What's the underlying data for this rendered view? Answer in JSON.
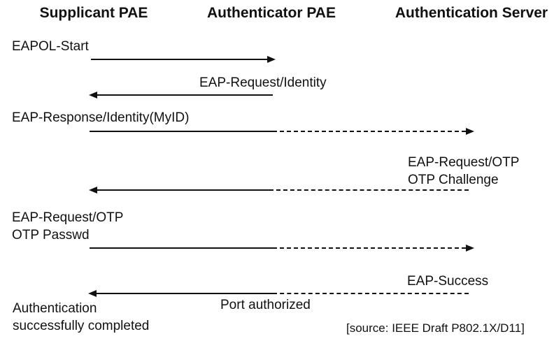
{
  "diagram": {
    "columns": [
      {
        "id": "supplicant",
        "label": "Supplicant PAE"
      },
      {
        "id": "authenticator",
        "label": "Authenticator PAE"
      },
      {
        "id": "server",
        "label": "Authentication Server"
      }
    ],
    "messages": [
      {
        "label": "EAPOL-Start",
        "from": "supplicant",
        "to": "authenticator",
        "direction": "right",
        "style": "solid"
      },
      {
        "label": "EAP-Request/Identity",
        "from": "authenticator",
        "to": "supplicant",
        "direction": "left",
        "style": "solid"
      },
      {
        "label": "EAP-Response/Identity(MyID)",
        "from": "supplicant",
        "to": "server",
        "direction": "right",
        "style": "solid-to-authenticator-then-dashed"
      },
      {
        "label_line1": "EAP-Request/OTP",
        "label_line2": "OTP Challenge",
        "from": "server",
        "to": "supplicant",
        "direction": "left",
        "style": "dashed-to-authenticator-then-solid"
      },
      {
        "label_line1": "EAP-Request/OTP",
        "label_line2": "OTP Passwd",
        "from": "supplicant",
        "to": "server",
        "direction": "right",
        "style": "solid-to-authenticator-then-dashed"
      },
      {
        "label": "EAP-Success",
        "from": "server",
        "to": "supplicant",
        "direction": "left",
        "style": "dashed-to-authenticator-then-solid"
      }
    ],
    "annotations": {
      "port_authorized": "Port authorized",
      "completion_line1": "Authentication",
      "completion_line2": "successfully completed",
      "source": "[source: IEEE Draft P802.1X/D11]"
    },
    "colors": {
      "background": "#ffffff",
      "ink": "#111111"
    }
  }
}
